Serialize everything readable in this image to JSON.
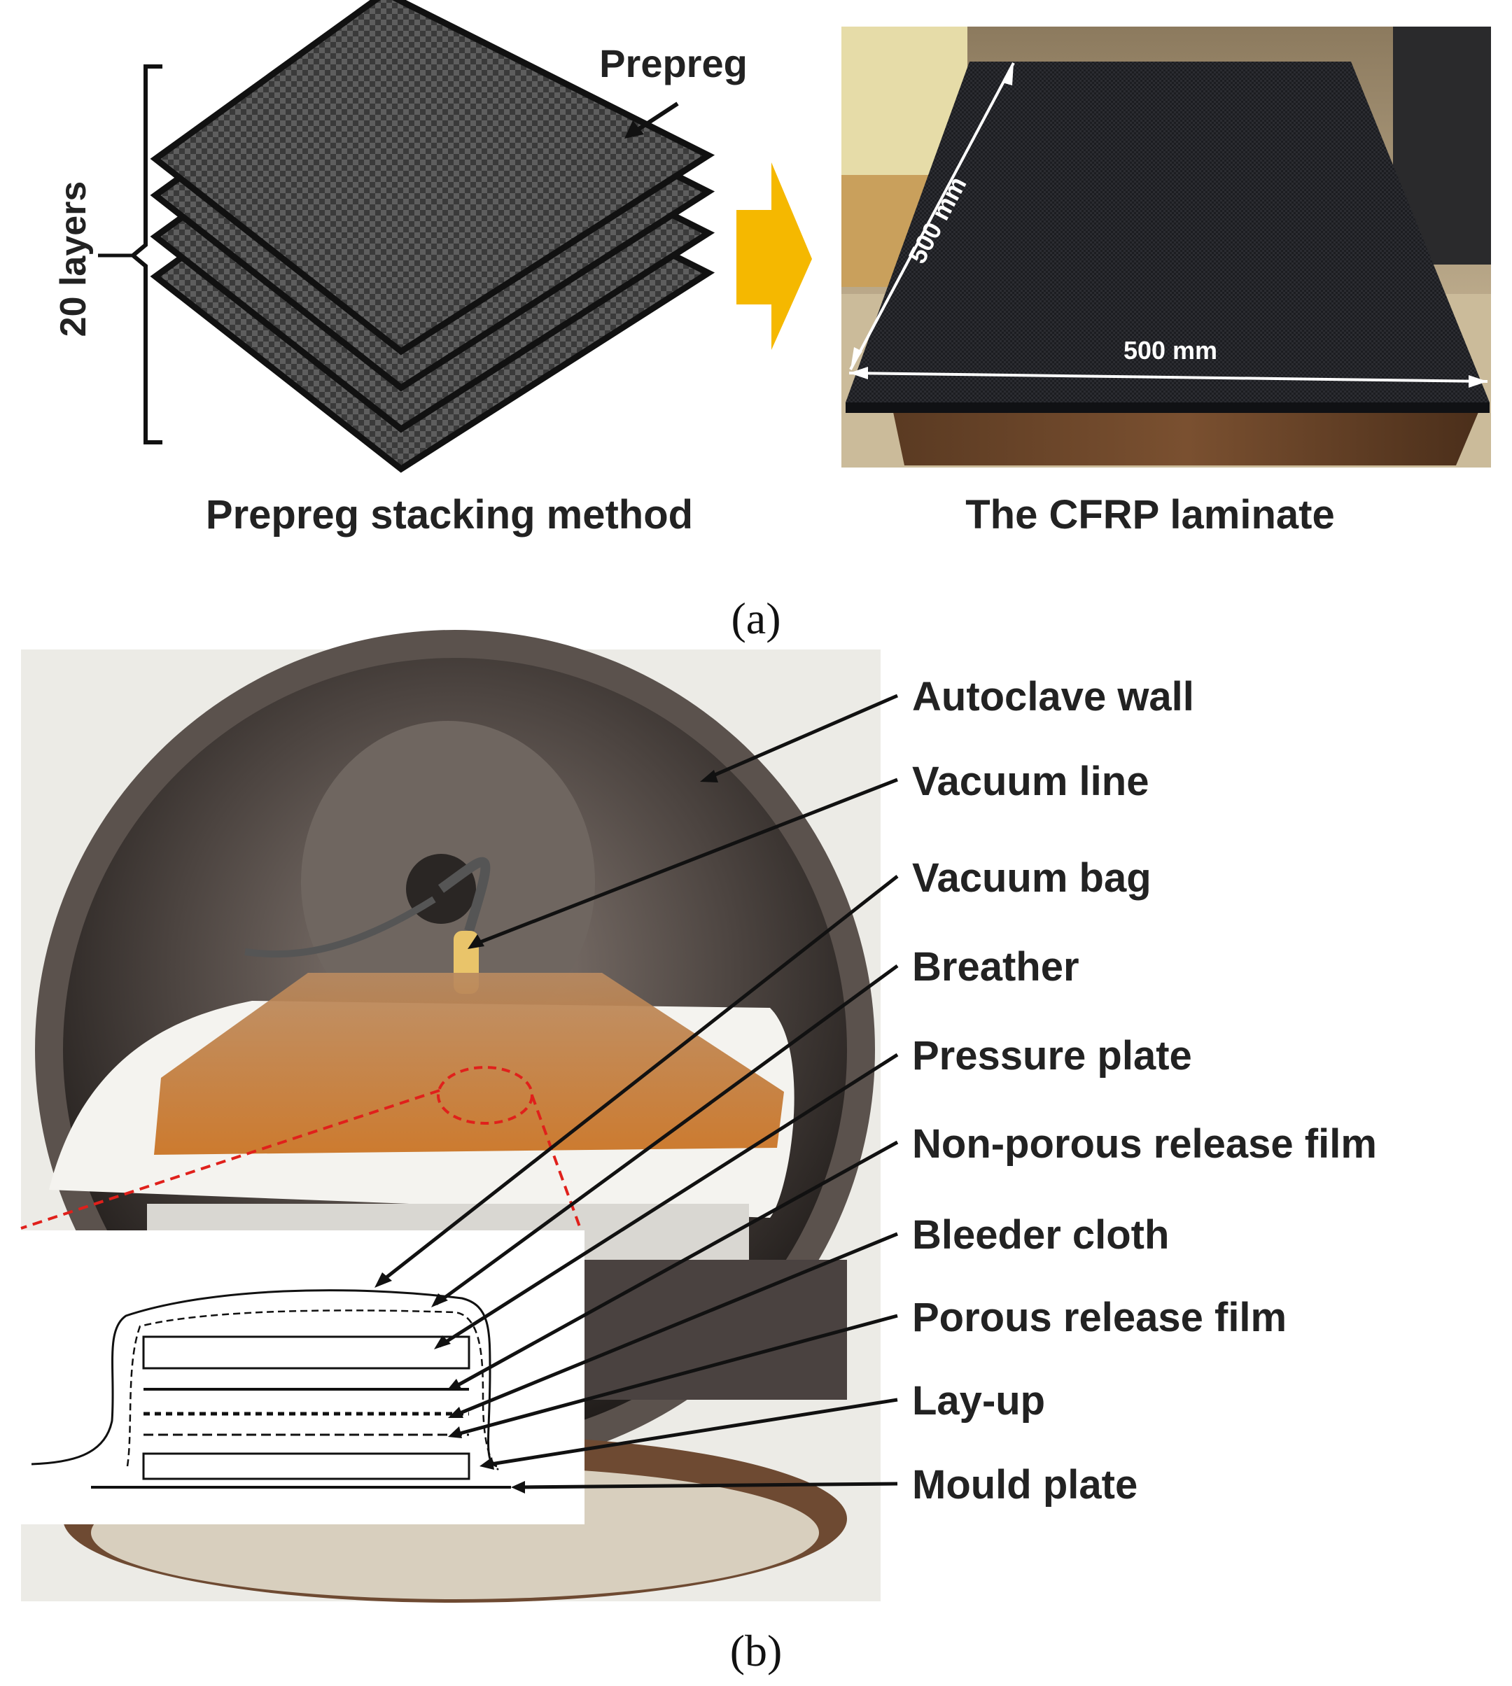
{
  "panel_a": {
    "stack_label": "20 layers",
    "prepreg_label": "Prepreg",
    "left_caption": "Prepreg stacking method",
    "right_caption": "The CFRP laminate",
    "dim_vertical": "500 mm",
    "dim_horizontal": "500 mm",
    "panel_label": "(a)",
    "arrow_color": "#F5B800"
  },
  "panel_b": {
    "panel_label": "(b)",
    "callouts": [
      "Autoclave wall",
      "Vacuum line",
      "Vacuum bag",
      "Breather",
      "Pressure plate",
      "Non-porous release film",
      "Bleeder cloth",
      "Porous release film",
      "Lay-up",
      "Mould plate"
    ],
    "highlight_color": "#E0201B"
  }
}
